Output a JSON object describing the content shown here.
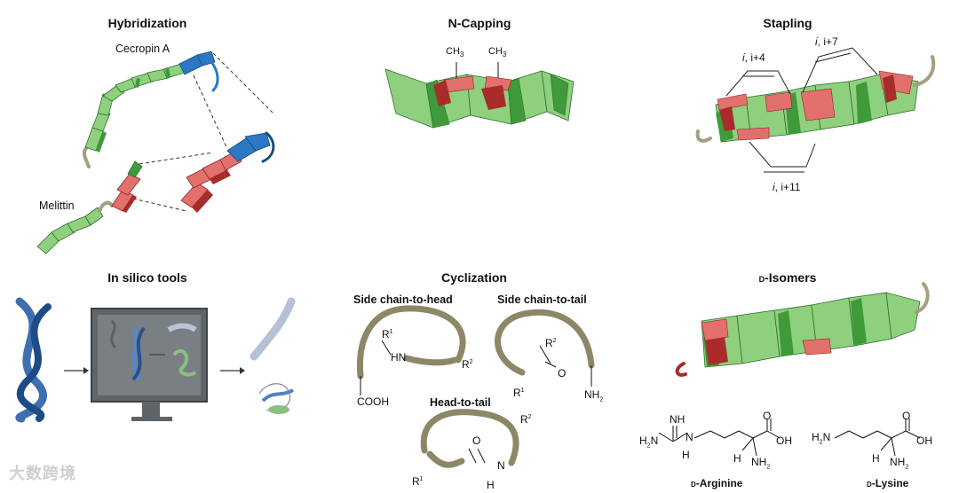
{
  "panels": {
    "hybridization": {
      "title": "Hybridization",
      "label_a": "Cecropin A",
      "label_b": "Melittin"
    },
    "ncapping": {
      "title": "N-Capping",
      "methyl_1": "CH",
      "methyl_1_sub": "3",
      "methyl_2": "CH",
      "methyl_2_sub": "3"
    },
    "stapling": {
      "title": "Stapling",
      "i4_a": "i",
      "i4_b": ", i+4",
      "i7_a": "i",
      "i7_b": ", i+7",
      "i11_a": "i",
      "i11_b": ", i+11"
    },
    "insilico": {
      "title": "In silico tools"
    },
    "cyclization": {
      "title": "Cyclization",
      "sc_head": "Side chain-to-head",
      "sc_tail": "Side chain-to-tail",
      "head_tail": "Head-to-tail",
      "r1": "R",
      "r1_sup": "1",
      "r2": "R",
      "r2_sup": "2",
      "hn": "HN",
      "cooh": "COOH",
      "o": "O",
      "nh2": "NH",
      "nh2_sub": "2",
      "h": "H",
      "n": "N"
    },
    "disomers": {
      "title_prefix": "D",
      "title_rest": "-Isomers",
      "arg_prefix": "D",
      "arg_rest": "-Arginine",
      "lys_prefix": "D",
      "lys_rest": "-Lysine",
      "nh": "NH",
      "h2n": "H",
      "oh": "OH",
      "o": "O",
      "n": "N",
      "h": "H",
      "nh2": "NH",
      "two": "2"
    }
  },
  "colors": {
    "helix_green": "#8fd07f",
    "helix_green_dark": "#3e9a3a",
    "helix_red": "#e2706d",
    "helix_red_dark": "#a72c2a",
    "helix_blue": "#2c78c2",
    "loop_tan": "#a39f80",
    "dna_blue": "#3f6fb0"
  },
  "watermark": "大数跨境"
}
